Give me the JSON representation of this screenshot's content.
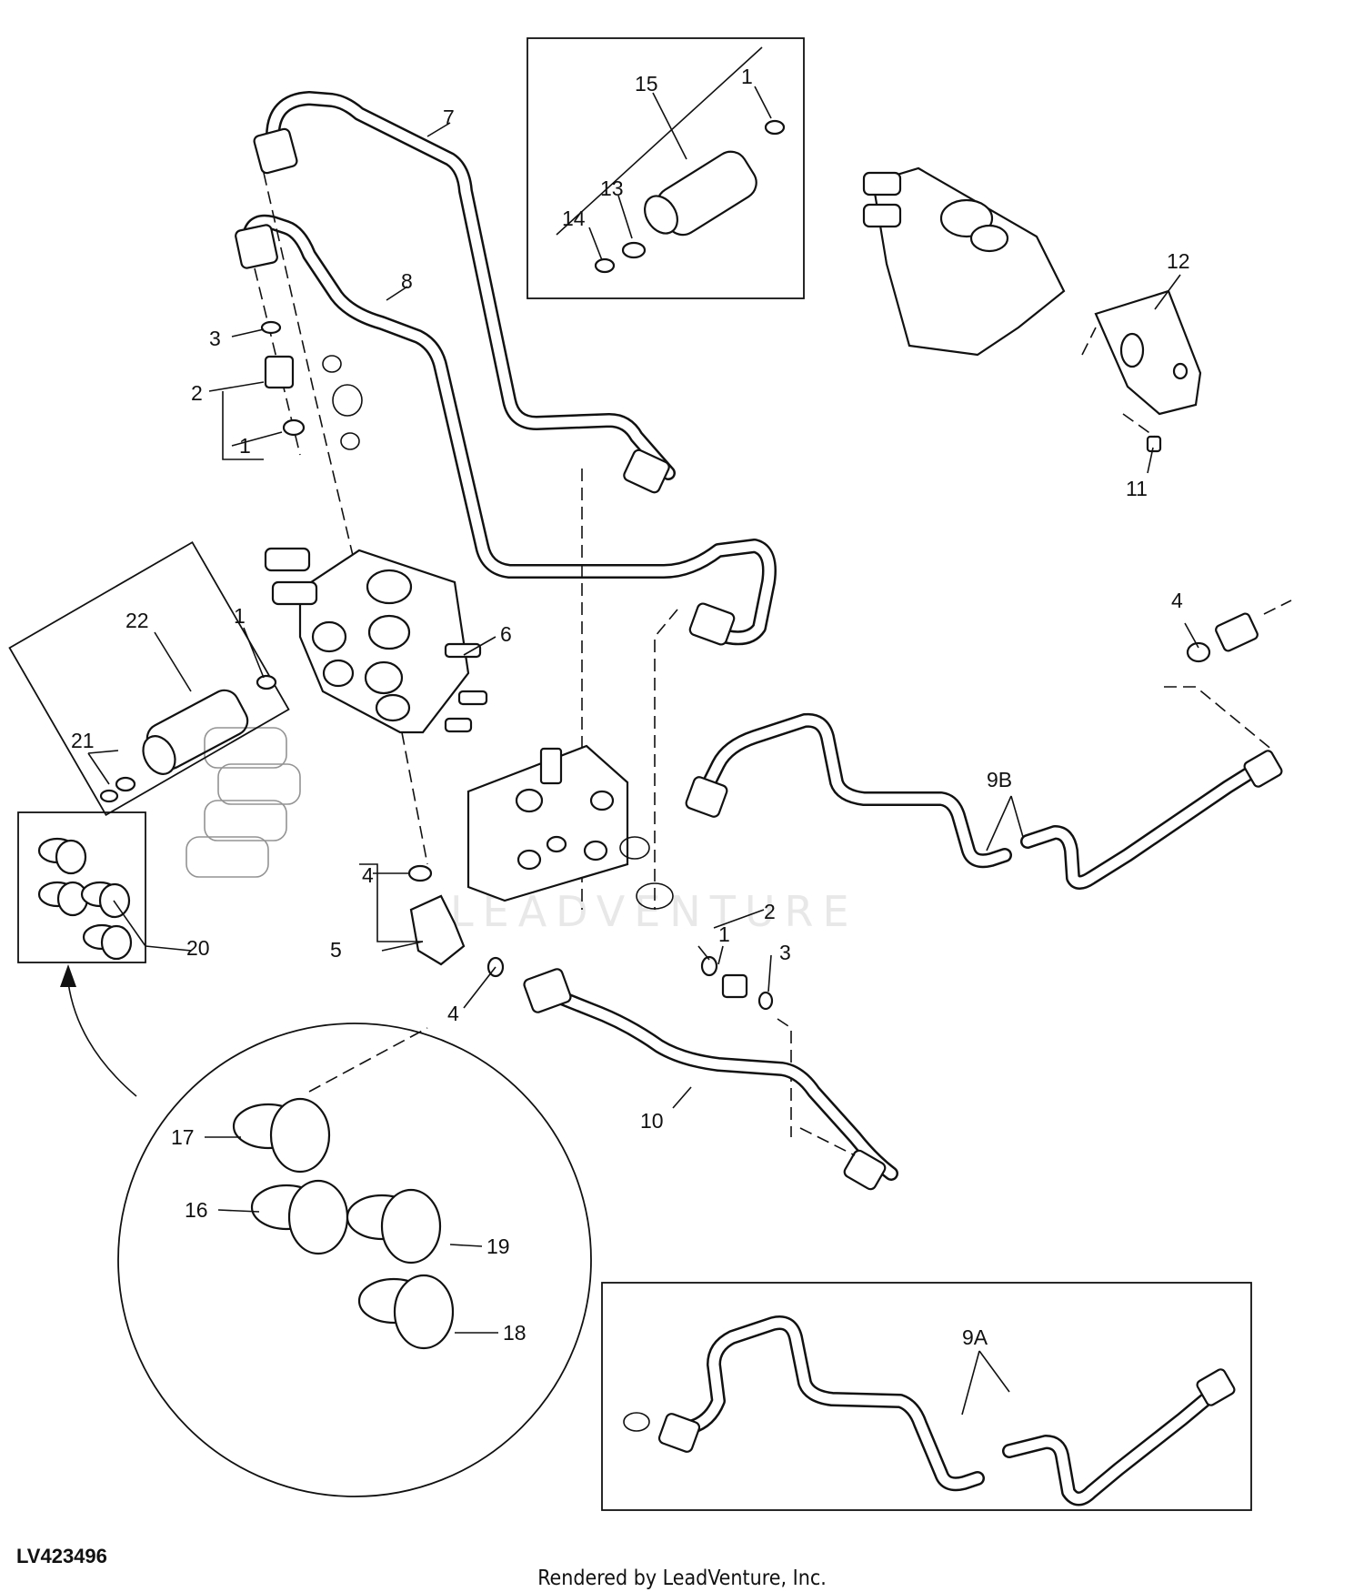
{
  "diagram_id": "LV423496",
  "credit": "Rendered by LeadVenture, Inc.",
  "watermark": "LEADVENTURE",
  "callouts": {
    "c7": "7",
    "c8": "8",
    "c3a": "3",
    "c2a": "2",
    "c1a": "1",
    "c15": "15",
    "c1b": "1",
    "c13": "13",
    "c14": "14",
    "c12": "12",
    "c11": "11",
    "c6": "6",
    "c1c": "1",
    "c22": "22",
    "c21": "21",
    "c20": "20",
    "c4a": "4",
    "c5": "5",
    "c4b": "4",
    "c2b": "2",
    "c1d": "1",
    "c3b": "3",
    "c10": "10",
    "c4c": "4",
    "c9b": "9B",
    "c17": "17",
    "c16": "16",
    "c19": "19",
    "c18": "18",
    "c9a": "9A"
  }
}
